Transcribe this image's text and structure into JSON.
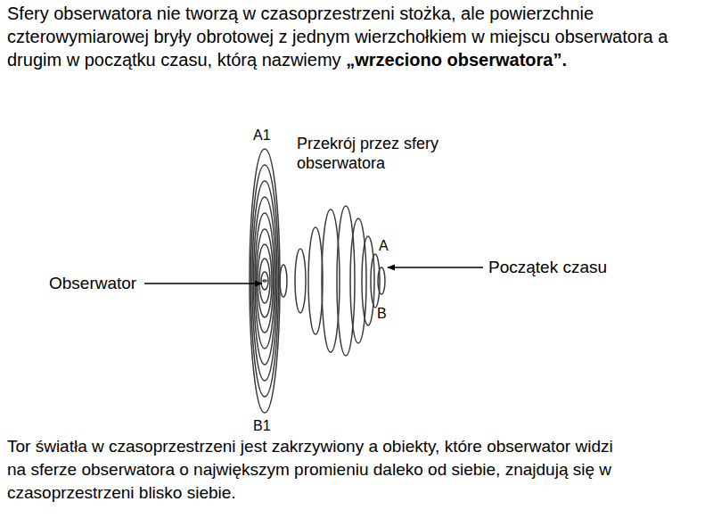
{
  "diagram": {
    "labels": [
      "Sfery obserwatora nie tworzą w czasoprzestrzeni stożka, ale powierzchnie czterowymiarowej bryły obrotowej z jednym wierzchołkiem w miejscu obserwatora a drugim w początku czasu, którą nazwiemy",
      "„wrzeciono obserwatora”.",
      "A1",
      "Przekrój przez sfery obserwatora",
      "A",
      "Obserwator",
      "Początek czasu",
      "B",
      "B1",
      "Tor światła w czasoprzestrzeni jest zakrzywiony a obiekty, które obserwator widzi na sferze obserwatora o największym promieniu daleko od siebie, znajdują się w czasoprzestrzeni blisko siebie."
    ]
  }
}
